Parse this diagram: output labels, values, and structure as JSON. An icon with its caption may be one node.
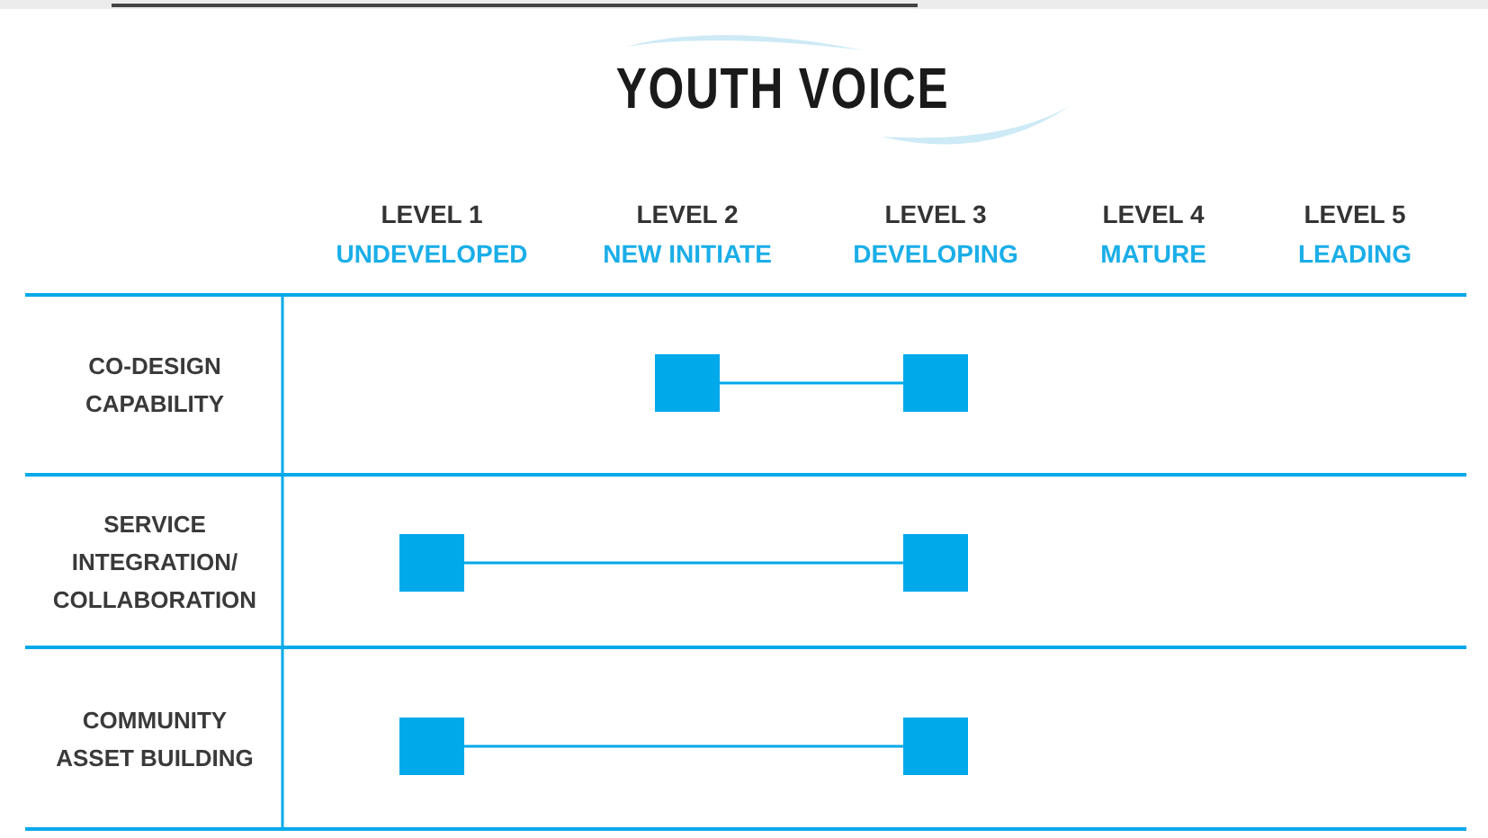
{
  "diagram": {
    "title": "YOUTH VOICE",
    "nodes": [
      {
        "text": [],
        "shape": "box"
      },
      {
        "text": [],
        "shape": "box"
      },
      {
        "text": [],
        "shape": "box"
      },
      {
        "text": [],
        "shape": "box"
      },
      {
        "text": [],
        "shape": "box"
      },
      {
        "text": [],
        "shape": "box"
      }
    ],
    "edges": [
      {
        "from": 0,
        "to": 1,
        "arrow": "none"
      },
      {
        "from": 2,
        "to": 3,
        "arrow": "none"
      },
      {
        "from": 4,
        "to": 5,
        "arrow": "none"
      }
    ],
    "labels": [
      "LEVEL 1",
      "UNDEVELOPED",
      "LEVEL 2",
      "NEW INITIATE",
      "LEVEL 3",
      "DEVELOPING",
      "LEVEL 4",
      "MATURE",
      "LEVEL 5",
      "LEADING",
      "CO-DESIGN CAPABILITY",
      "SERVICE INTEGRATION/ COLLABORATION",
      "COMMUNITY ASSET BUILDING"
    ]
  }
}
